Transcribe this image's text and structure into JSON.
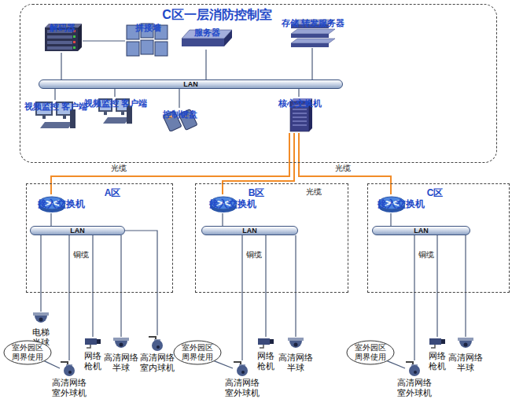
{
  "diagram": {
    "nodes": [
      {
        "text": [
          "C区一层消防控制室"
        ]
      },
      {
        "text": [
          "解码器"
        ],
        "in": 0
      },
      {
        "text": [
          "拼接墙"
        ],
        "in": 0
      },
      {
        "text": [
          "服务器"
        ],
        "in": 0
      },
      {
        "text": [
          "存储 转发服务器"
        ],
        "in": 0
      },
      {
        "text": [
          "LAN"
        ],
        "in": 0
      },
      {
        "text": [
          "视频监控 客户端"
        ],
        "in": 0
      },
      {
        "text": [
          "视频监控 客户端"
        ],
        "in": 0
      },
      {
        "text": [
          "控制键盘"
        ],
        "in": 0
      },
      {
        "text": [
          "核心交换机"
        ],
        "in": 0
      },
      {
        "text": [
          "A区"
        ]
      },
      {
        "text": [
          "接入交换机"
        ],
        "in": 10
      },
      {
        "text": [
          "LAN"
        ],
        "in": 10
      },
      {
        "text": [
          "B区"
        ]
      },
      {
        "text": [
          "接入交换机"
        ],
        "in": 13
      },
      {
        "text": [
          "LAN"
        ],
        "in": 13
      },
      {
        "text": [
          "C区"
        ]
      },
      {
        "text": [
          "接入交换机"
        ],
        "in": 16
      },
      {
        "text": [
          "LAN"
        ],
        "in": 16
      },
      {
        "text": [
          "电梯 半球"
        ]
      },
      {
        "text": [
          "网络 枪机"
        ]
      },
      {
        "text": [
          "高清网络 半球"
        ]
      },
      {
        "text": [
          "高清网络 室内球机"
        ]
      },
      {
        "text": [
          "高清网络 室外球机"
        ]
      },
      {
        "text": [
          "室外园区 周界使用"
        ]
      },
      {
        "text": [
          "网络 枪机"
        ]
      },
      {
        "text": [
          "高清网络 半球"
        ]
      },
      {
        "text": [
          "高清网络 室外球机"
        ]
      },
      {
        "text": [
          "室外园区 周界使用"
        ]
      },
      {
        "text": [
          "网络 枪机"
        ]
      },
      {
        "text": [
          "高清网络 半球"
        ]
      },
      {
        "text": [
          "高清网络 室外球机"
        ]
      },
      {
        "text": [
          "室外园区 周界使用"
        ]
      }
    ],
    "edges": [
      {
        "from": 1,
        "to": 2,
        "arrow": "none"
      },
      {
        "from": 1,
        "to": 5,
        "arrow": "none"
      },
      {
        "from": 3,
        "to": 5,
        "arrow": "none"
      },
      {
        "from": 4,
        "to": 5,
        "arrow": "none"
      },
      {
        "from": 5,
        "to": 6,
        "arrow": "none"
      },
      {
        "from": 5,
        "to": 7,
        "arrow": "none"
      },
      {
        "from": 5,
        "to": 8,
        "arrow": "none"
      },
      {
        "from": 5,
        "to": 9,
        "arrow": "none"
      },
      {
        "from": 9,
        "to": 11,
        "label": "光缆",
        "arrow": "none"
      },
      {
        "from": 9,
        "to": 14,
        "label": "光缆",
        "arrow": "none"
      },
      {
        "from": 9,
        "to": 17,
        "label": "光缆",
        "arrow": "none"
      },
      {
        "from": 11,
        "to": 12,
        "arrow": "none"
      },
      {
        "from": 14,
        "to": 15,
        "arrow": "none"
      },
      {
        "from": 17,
        "to": 18,
        "arrow": "none"
      },
      {
        "from": 12,
        "to": 19,
        "arrow": "none"
      },
      {
        "from": 12,
        "to": 20,
        "arrow": "none"
      },
      {
        "from": 12,
        "to": 21,
        "arrow": "none"
      },
      {
        "from": 12,
        "to": 22,
        "arrow": "none"
      },
      {
        "from": 12,
        "to": 23,
        "label": "铜缆",
        "arrow": "none"
      },
      {
        "from": 24,
        "to": 23,
        "arrow": "none"
      },
      {
        "from": 15,
        "to": 25,
        "arrow": "none"
      },
      {
        "from": 15,
        "to": 26,
        "arrow": "none"
      },
      {
        "from": 15,
        "to": 27,
        "label": "铜缆",
        "arrow": "none"
      },
      {
        "from": 28,
        "to": 27,
        "arrow": "none"
      },
      {
        "from": 18,
        "to": 29,
        "arrow": "none"
      },
      {
        "from": 18,
        "to": 30,
        "arrow": "none"
      },
      {
        "from": 18,
        "to": 31,
        "label": "铜缆",
        "arrow": "none"
      },
      {
        "from": 32,
        "to": 31,
        "arrow": "none"
      }
    ]
  }
}
